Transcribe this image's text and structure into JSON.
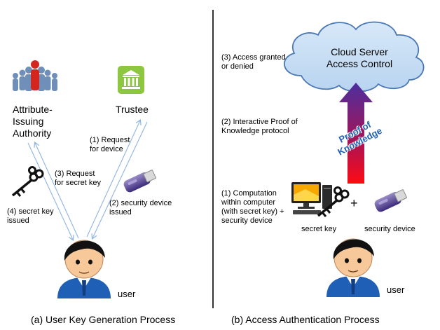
{
  "left_panel": {
    "authority_label": "Attribute-\nIssuing\nAuthority",
    "trustee_label": "Trustee",
    "step1": "(1) Request\nfor device",
    "step2": "(2) security device\nissued",
    "step3": "(3) Request\nfor secret key",
    "step4": "(4) secret key\nissued",
    "user_label": "user",
    "caption": "(a) User Key Generation Process"
  },
  "right_panel": {
    "cloud_title": "Cloud Server\nAccess Control",
    "step1": "(1) Computation\nwithin computer\n(with secret key) +\nsecurity device",
    "step2": "(2) Interactive Proof of\nKnowledge protocol",
    "step3": "(3) Access granted\nor denied",
    "arrow_text": "Proof of\nKnowledge",
    "secret_key_label": "secret key",
    "plus": "+",
    "security_device_label": "security device",
    "user_label": "user",
    "caption": "(b) Access Authentication Process"
  },
  "colors": {
    "cloud_fill": "#c6def5",
    "cloud_stroke": "#4a78b5",
    "trustee_green": "#8dc63f",
    "arrow_line": "#8eb4e3",
    "arrow_purple": "#5b2a9a",
    "arrow_red": "#e3001b",
    "face_skin": "#f7c99a",
    "hair": "#111111",
    "shirt_blue": "#1f5fb6"
  },
  "icons": [
    "people-group-icon",
    "bank-building-icon",
    "key-icon",
    "usb-drive-icon",
    "computer-icon",
    "user-avatar-icon",
    "cloud-icon"
  ]
}
